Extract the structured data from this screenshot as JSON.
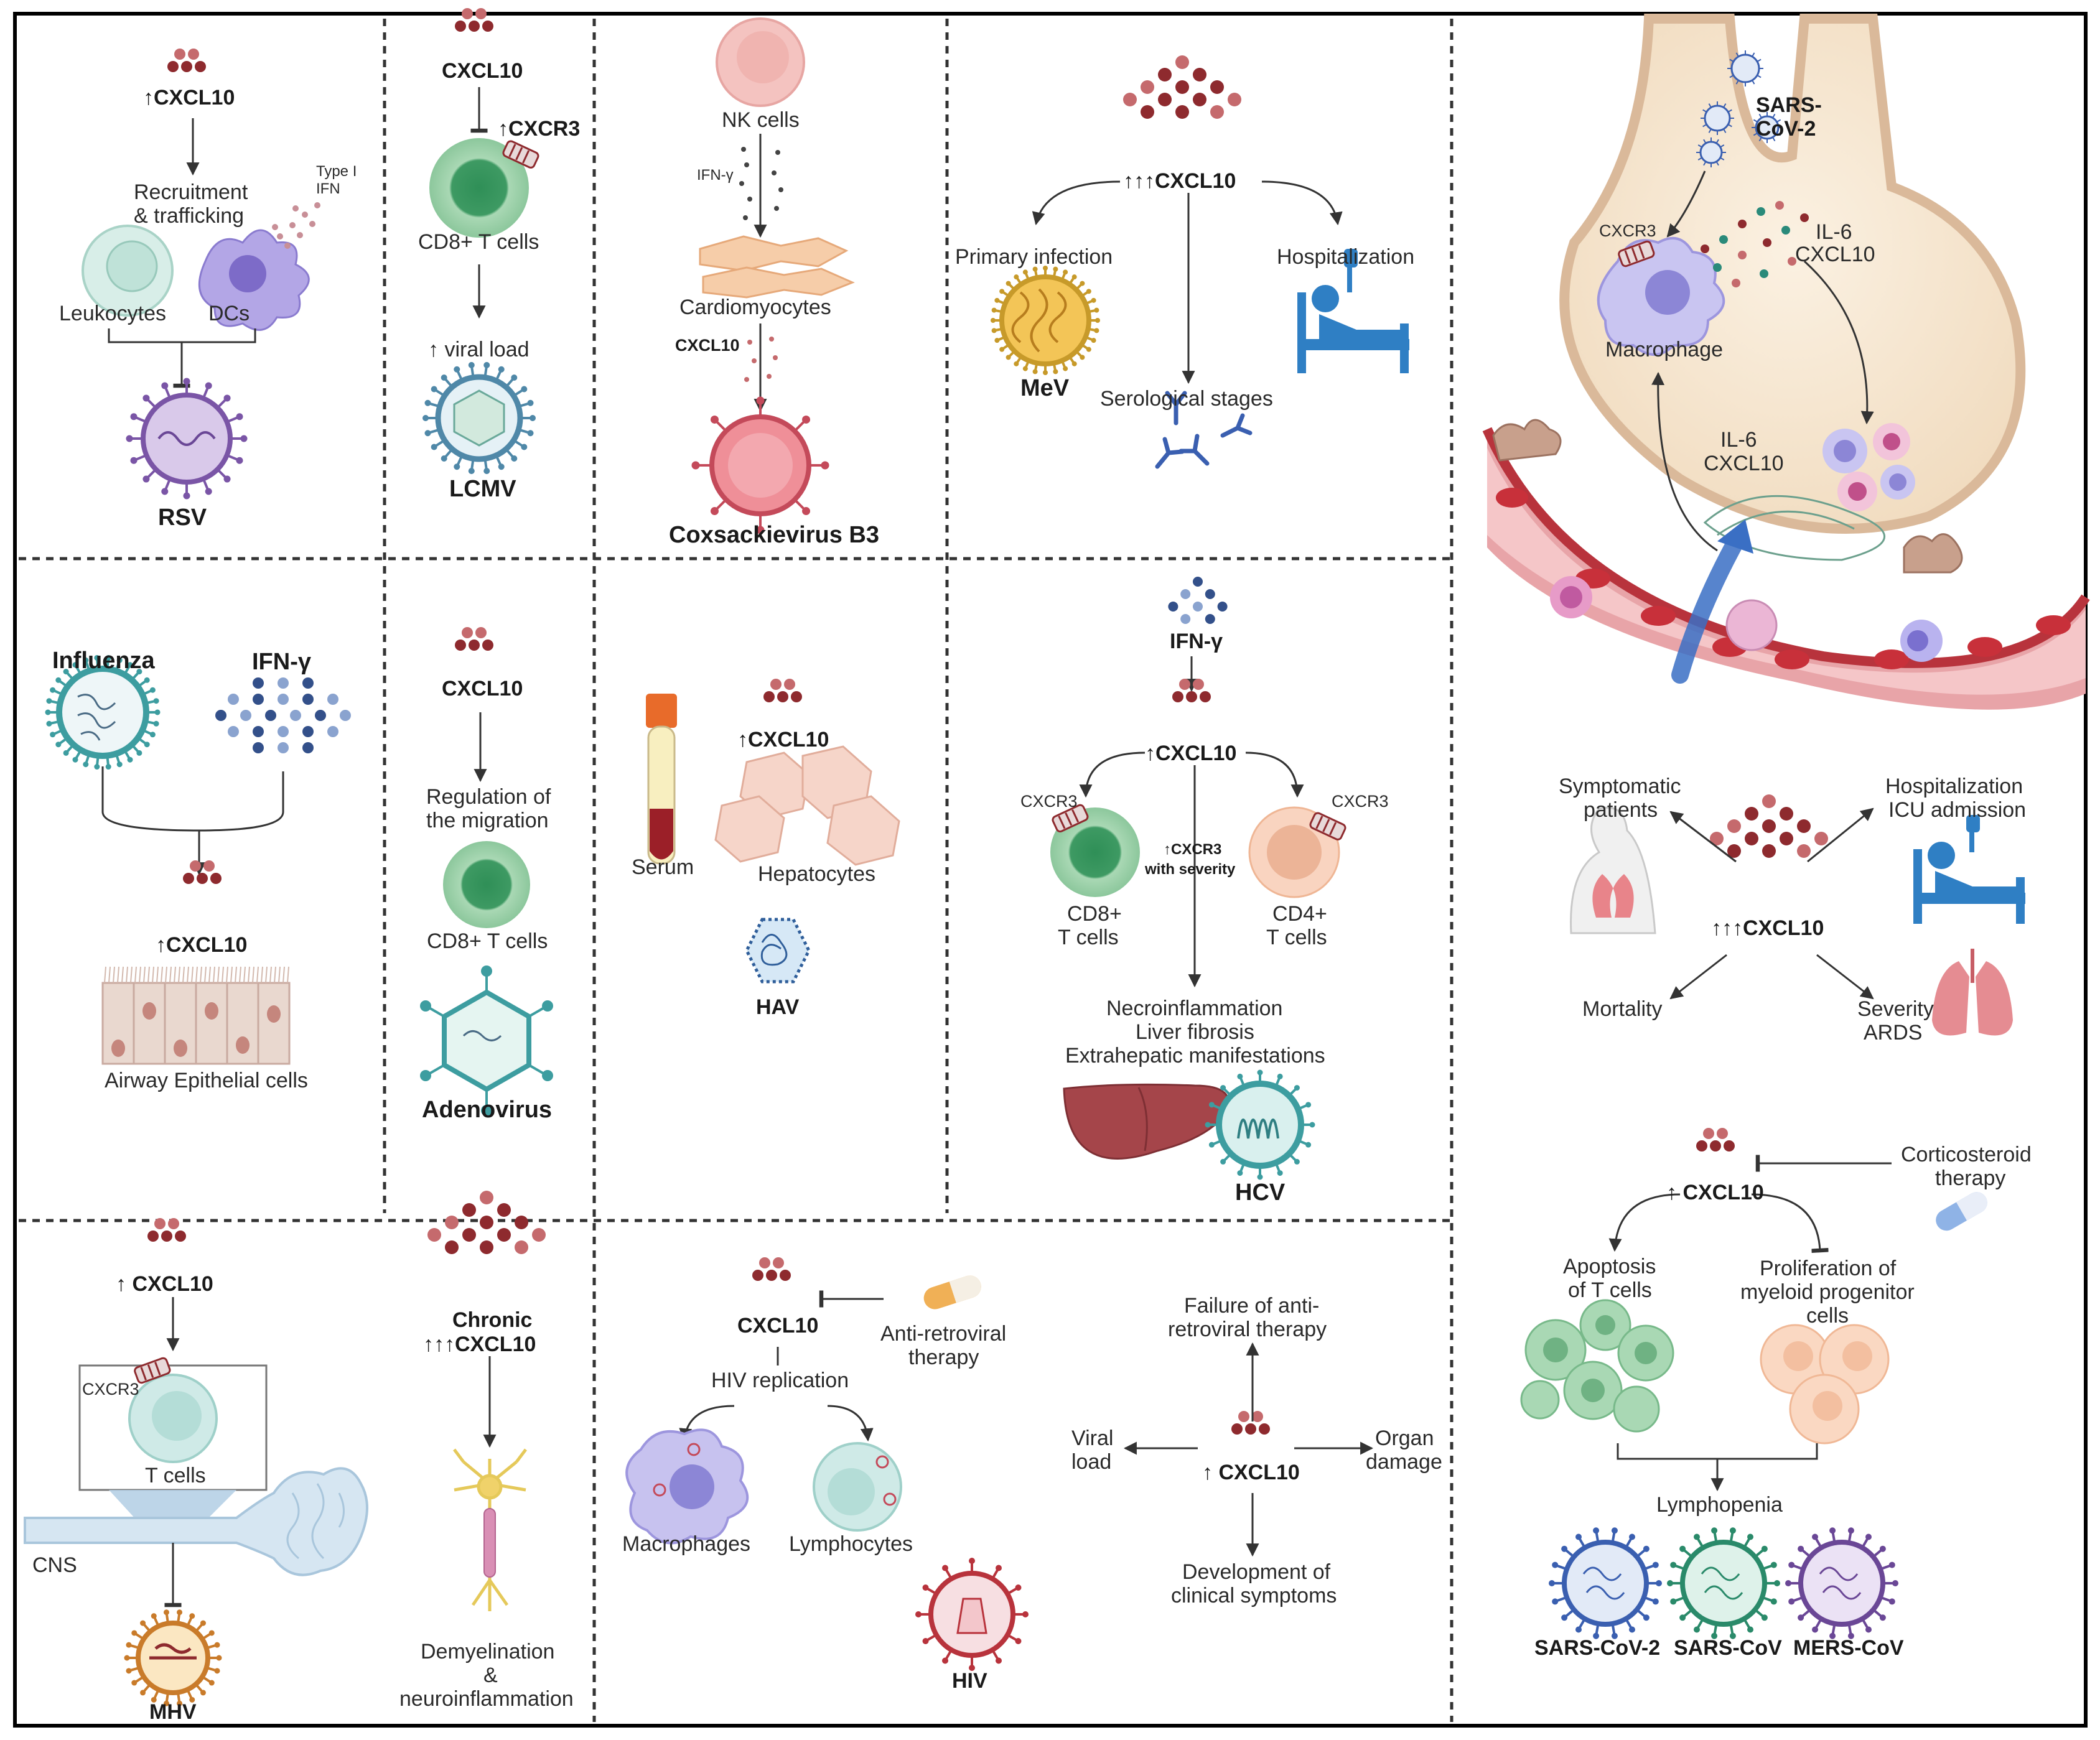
{
  "labels": {
    "rsv_cxcl10": "↑CXCL10",
    "rsv_recruit_1": "Recruitment",
    "rsv_recruit_2": "& trafficking",
    "rsv_type1_1": "Type I",
    "rsv_type1_2": "IFN",
    "rsv_leukocytes": "Leukocytes",
    "rsv_dcs": "DCs",
    "rsv_virus": "RSV",
    "lcmv_cxcl10": "CXCL10",
    "lcmv_cxcr3": "↑CXCR3",
    "lcmv_cd8": "CD8+ T cells",
    "lcmv_viral_load": "↑ viral load",
    "lcmv_virus": "LCMV",
    "cvb_nk": "NK cells",
    "cvb_ifng": "IFN-γ",
    "cvb_cardio": "Cardiomyocytes",
    "cvb_cxcl10": "CXCL10",
    "cvb_virus": "Coxsackievirus B3",
    "mev_cxcl10": "↑↑↑CXCL10",
    "mev_primary": "Primary infection",
    "mev_hosp": "Hospitalization",
    "mev_virus": "MeV",
    "mev_sero": "Serological stages",
    "sars_virus_1": "SARS-",
    "sars_virus_2": "CoV-2",
    "sars_cxcr3": "CXCR3",
    "sars_il6_top_1": "IL-6",
    "sars_il6_top_2": "CXCL10",
    "sars_macrophage": "Macrophage",
    "sars_il6_mid_1": "IL-6",
    "sars_il6_mid_2": "CXCL10",
    "flu_influenza": "Influenza",
    "flu_ifng": "IFN-γ",
    "flu_cxcl10": "↑CXCL10",
    "flu_airway": "Airway Epithelial cells",
    "adeno_cxcl10": "CXCL10",
    "adeno_reg_1": "Regulation of",
    "adeno_reg_2": "the migration",
    "adeno_cd8": "CD8+ T cells",
    "adeno_virus": "Adenovirus",
    "hav_cxcl10": "↑CXCL10",
    "hav_serum": "Serum",
    "hav_hepatocytes": "Hepatocytes",
    "hav_virus": "HAV",
    "hcv_ifng": "IFN-γ",
    "hcv_cxcl10": "↑CXCL10",
    "hcv_cxcr3_l": "CXCR3",
    "hcv_cxcr3_r": "CXCR3",
    "hcv_cxcr3_sev_1": "↑CXCR3",
    "hcv_cxcr3_sev_2": "with severity",
    "hcv_cd8_1": "CD8+",
    "hcv_cd8_2": "T cells",
    "hcv_cd4_1": "CD4+",
    "hcv_cd4_2": "T cells",
    "hcv_out_1": "Necroinflammation",
    "hcv_out_2": "Liver fibrosis",
    "hcv_out_3": "Extrahepatic manifestations",
    "hcv_virus": "HCV",
    "cov_symp_1": "Symptomatic",
    "cov_symp_2": "patients",
    "cov_hosp_1": "Hospitalization",
    "cov_hosp_2": "ICU admission",
    "cov_cxcl10": "↑↑↑CXCL10",
    "cov_mortality": "Mortality",
    "cov_sev_1": "Severity",
    "cov_sev_2": "ARDS",
    "cov2_cxcl10": "↑ CXCL10",
    "cov2_cortico_1": "Corticosteroid",
    "cov2_cortico_2": "therapy",
    "cov2_apop_1": "Apoptosis",
    "cov2_apop_2": "of T cells",
    "cov2_prolif_1": "Proliferation of",
    "cov2_prolif_2": "myeloid progenitor",
    "cov2_prolif_3": "cells",
    "cov2_lymphopenia": "Lymphopenia",
    "cov2_sars2": "SARS-CoV-2",
    "cov2_sars": "SARS-CoV",
    "cov2_mers": "MERS-CoV",
    "mhv_cxcl10": "↑ CXCL10",
    "mhv_cxcr3": "CXCR3",
    "mhv_tcells": "T cells",
    "mhv_cns": "CNS",
    "mhv_virus": "MHV",
    "chr_1": "Chronic",
    "chr_2": "↑↑↑CXCL10",
    "chr_demy_1": "Demyelination",
    "chr_demy_2": "&",
    "chr_demy_3": "neuroinflammation",
    "hiv_cxcl10": "CXCL10",
    "hiv_art_1": "Anti-retroviral",
    "hiv_art_2": "therapy",
    "hiv_rep": "HIV replication",
    "hiv_macro": "Macrophages",
    "hiv_lympho": "Lymphocytes",
    "hiv_virus": "HIV",
    "hiv2_fail_1": "Failure of anti-",
    "hiv2_fail_2": "retroviral therapy",
    "hiv2_viral_1": "Viral",
    "hiv2_viral_2": "load",
    "hiv2_organ_1": "Organ",
    "hiv2_organ_2": "damage",
    "hiv2_cxcl10": "↑ CXCL10",
    "hiv2_dev_1": "Development of",
    "hiv2_dev_2": "clinical symptoms"
  },
  "colors": {
    "chemokine_dark": "#8e2a2e",
    "chemokine_light": "#c56a6d",
    "ifn_dark": "#33508a",
    "ifn_light": "#8aa3cf",
    "tcell_green": "#3e9a63",
    "tcell_green_light": "#a9d8b4",
    "virus_purple": "#7a55a6",
    "virus_teal": "#3d9da0",
    "virus_red": "#c44a5a",
    "virus_gold": "#c79a2a",
    "blood_vessel": "#b8333c",
    "arrow_blue": "#3a6fc4",
    "border": "#000000",
    "divider": "#222222"
  }
}
